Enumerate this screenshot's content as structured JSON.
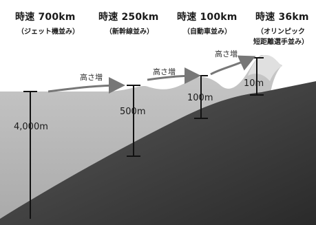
{
  "columns": [
    {
      "speed": "時速 700km",
      "note": "（ジェット機並み）"
    },
    {
      "speed": "時速 250km",
      "note": "（新幹線並み）"
    },
    {
      "speed": "時速 100km",
      "note": "（自動車並み）"
    },
    {
      "speed": "時速 36km",
      "note": "（オリンピック",
      "note2": "短距離選手並み）"
    }
  ],
  "depths": [
    "4,000m",
    "500m",
    "100m",
    "10m"
  ],
  "arrow_labels": [
    "高さ増",
    "高さ増",
    "高さ増"
  ]
}
